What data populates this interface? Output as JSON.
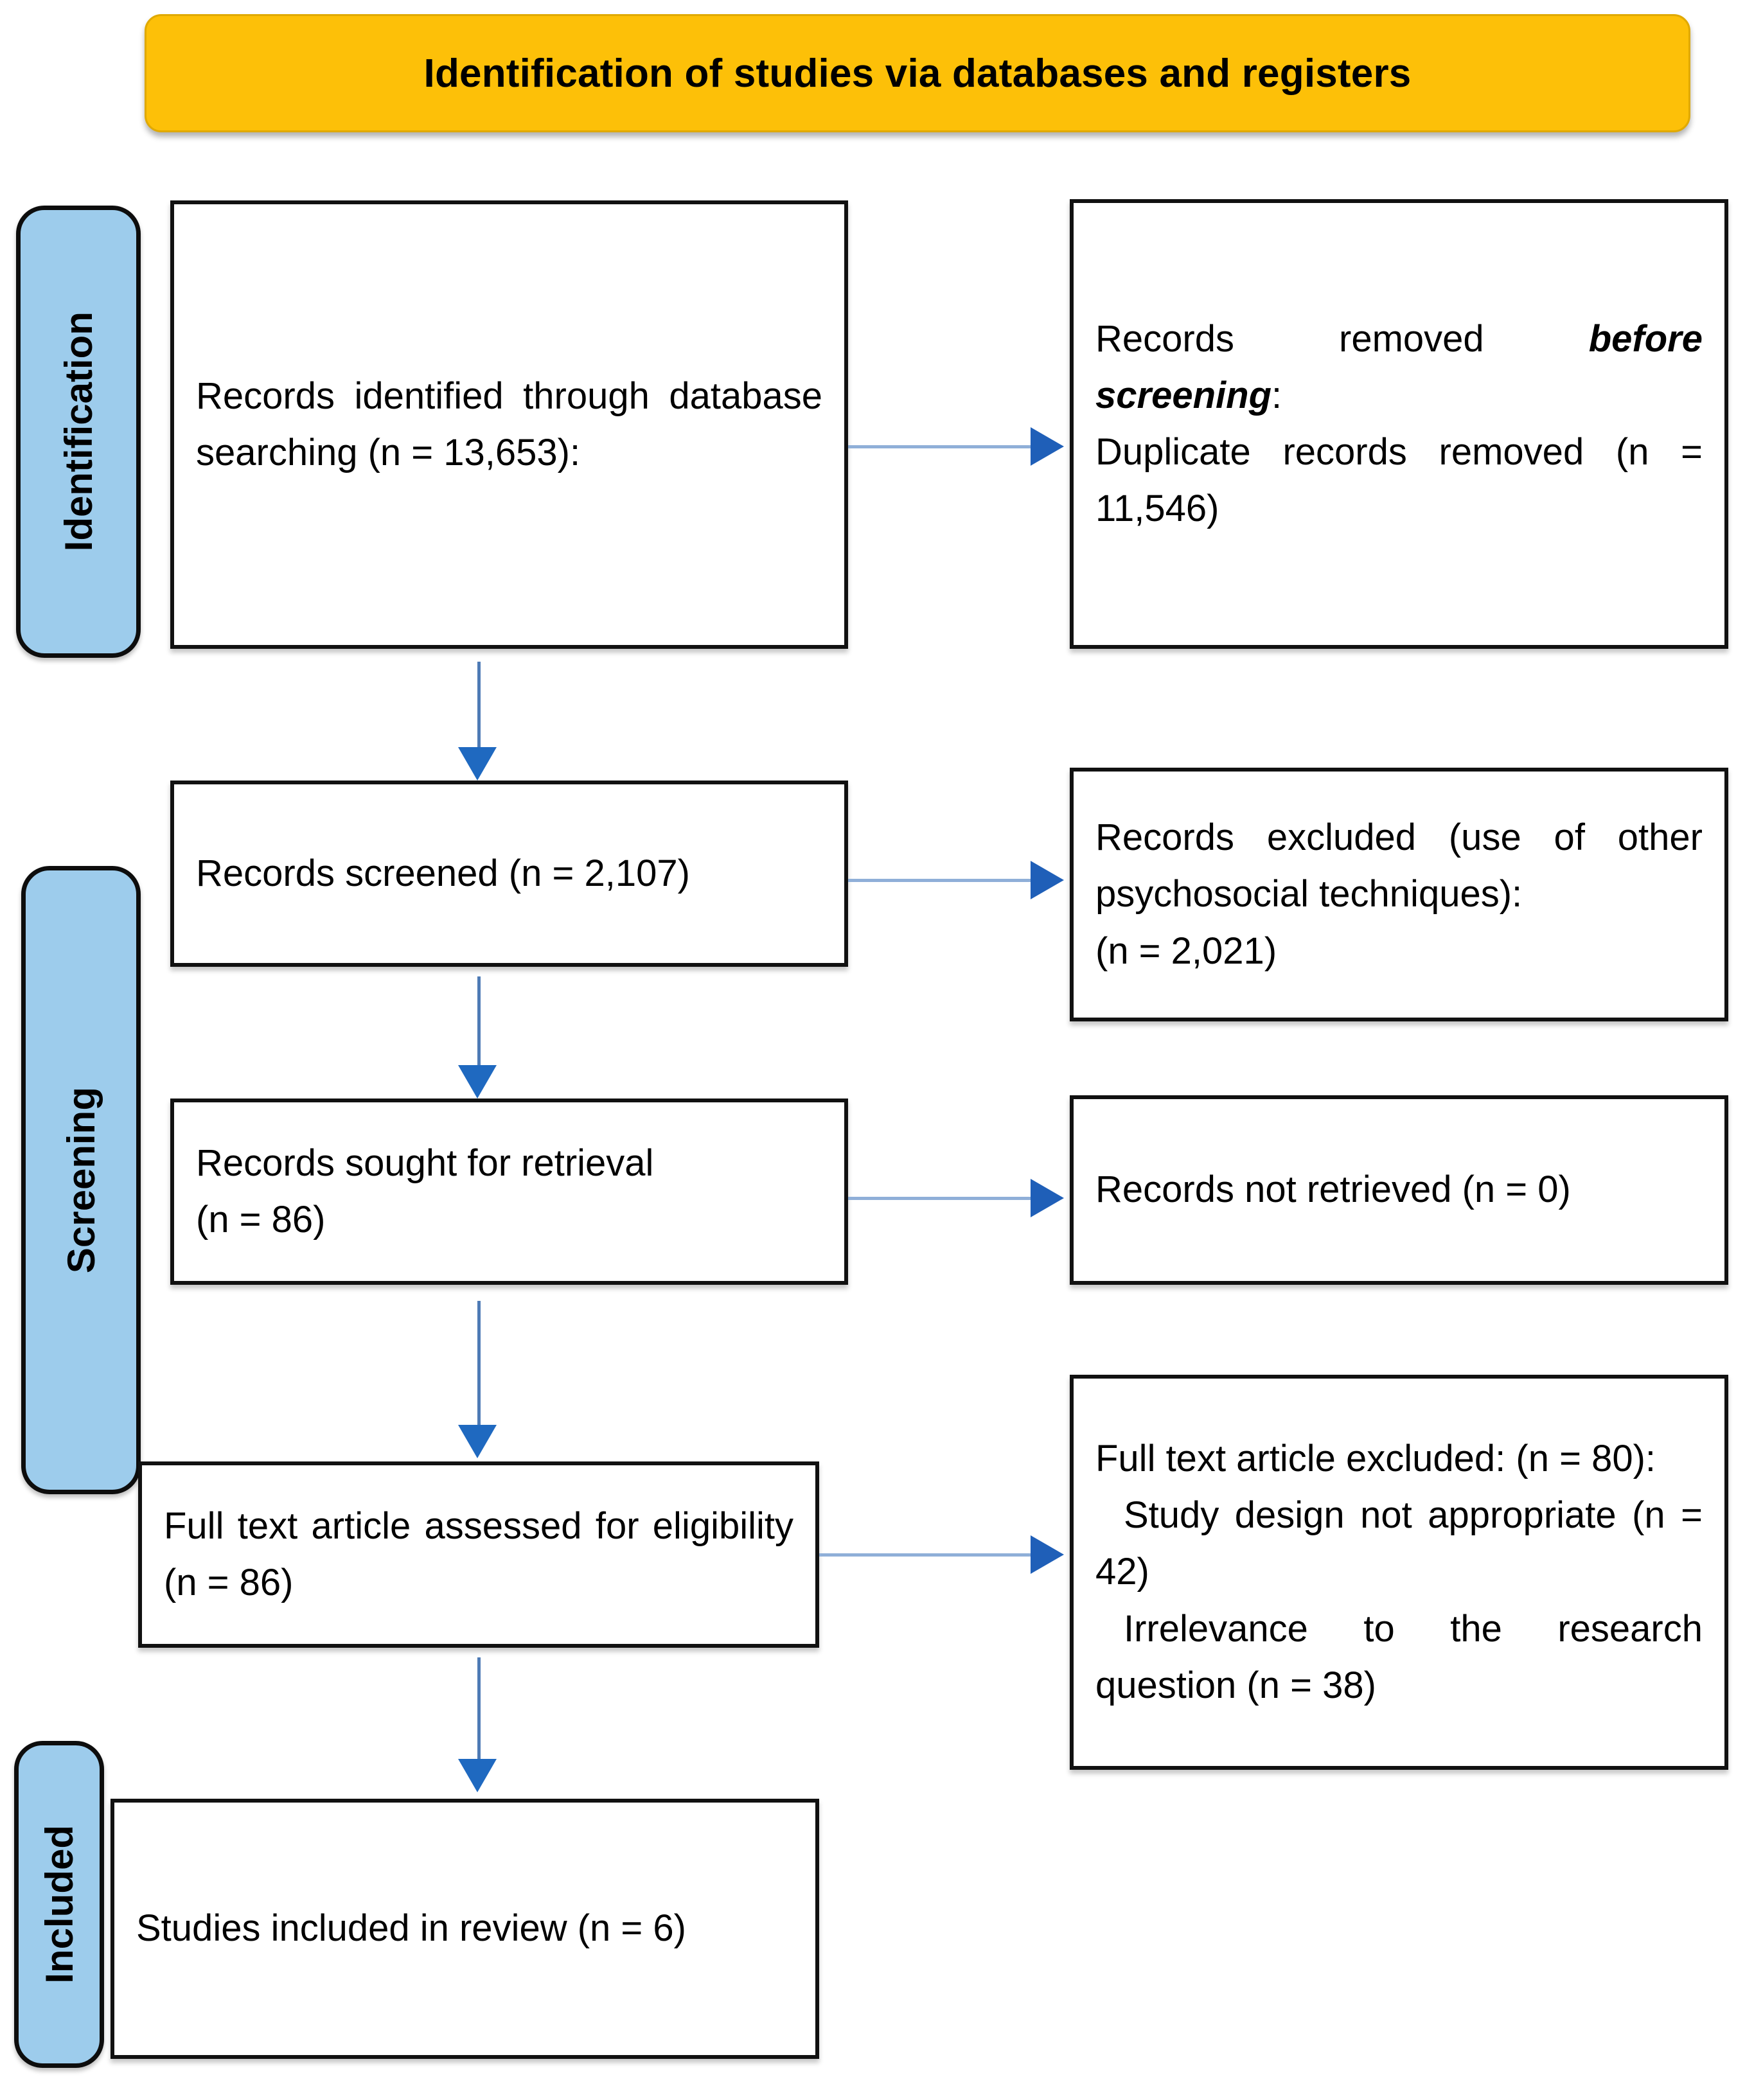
{
  "diagram": {
    "type": "prisma-flow-diagram",
    "banner": {
      "title": "Identification of studies via databases and registers",
      "color": "#FDC008"
    },
    "stage_color": "#9DCCEC",
    "arrow_color": "#1F69C0",
    "stages": [
      {
        "key": "identification",
        "label": "Identification"
      },
      {
        "key": "screening",
        "label": "Screening"
      },
      {
        "key": "included",
        "label": "Included"
      }
    ],
    "left_boxes": [
      {
        "key": "records-identified",
        "text": "Records identified through database searching (n = 13,653):",
        "n": 13653
      },
      {
        "key": "records-screened",
        "text": "Records screened (n = 2,107)",
        "n": 2107
      },
      {
        "key": "records-sought-retrieval",
        "text": "Records sought for retrieval (n = 86)",
        "n": 86
      },
      {
        "key": "full-text-assessed",
        "text": "Full text article assessed for eligibility (n = 86)",
        "n": 86
      },
      {
        "key": "studies-included",
        "text": "Studies included in review (n = 6)",
        "n": 6
      }
    ],
    "right_boxes": [
      {
        "key": "records-removed-before-screening",
        "line1_prefix": "Records removed ",
        "line1_italic": "before screening",
        "line1_suffix": ":",
        "line2": "Duplicate records removed (n = 11,546)",
        "n": 11546
      },
      {
        "key": "records-excluded",
        "line1": "Records excluded (use of other psychosocial techniques):",
        "line2": "(n = 2,021)",
        "n": 2021
      },
      {
        "key": "records-not-retrieved",
        "line1": "Records not retrieved (n = 0)",
        "n": 0
      },
      {
        "key": "full-text-excluded",
        "line1": "Full text article excluded: (n = 80):",
        "line2": "Study design not appropriate (n = 42)",
        "line3": "Irrelevance to the research question (n = 38)",
        "n": 80,
        "reasons": [
          {
            "label": "Study design not appropriate",
            "n": 42
          },
          {
            "label": "Irrelevance to the research question",
            "n": 38
          }
        ]
      }
    ]
  }
}
